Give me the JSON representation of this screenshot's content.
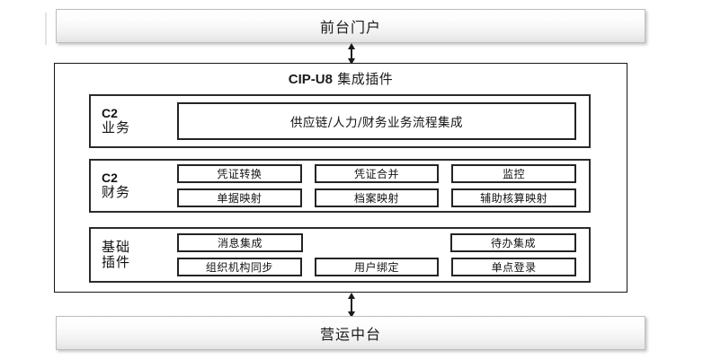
{
  "diagram": {
    "top_band": {
      "label": "前台门户"
    },
    "bottom_band": {
      "label": "营运中台"
    },
    "connectors": {
      "top": "double-headed-vertical-arrow",
      "bottom": "double-headed-vertical-arrow"
    },
    "panel": {
      "title_latin": "CIP-U8",
      "title_cjk": "集成插件",
      "sections": [
        {
          "key": "business",
          "label_latin": "C2",
          "label_cjk": "业务",
          "rows": [
            {
              "chips": [
                {
                  "label": "供应链/人力/财务业务流程集成",
                  "wide": true
                }
              ]
            }
          ]
        },
        {
          "key": "finance",
          "label_latin": "C2",
          "label_cjk": "财务",
          "rows": [
            {
              "chips": [
                {
                  "label": "凭证转换"
                },
                {
                  "label": "凭证合并"
                },
                {
                  "label": "监控"
                }
              ]
            },
            {
              "chips": [
                {
                  "label": "单据映射"
                },
                {
                  "label": "档案映射"
                },
                {
                  "label": "辅助核算映射"
                }
              ]
            }
          ]
        },
        {
          "key": "base",
          "label_latin": "基础",
          "label_cjk": "插件",
          "rows": [
            {
              "chips": [
                {
                  "label": "消息集成"
                },
                {
                  "label": "",
                  "empty": true
                },
                {
                  "label": "待办集成"
                }
              ]
            },
            {
              "chips": [
                {
                  "label": "组织机构同步"
                },
                {
                  "label": "用户绑定"
                },
                {
                  "label": "单点登录"
                }
              ]
            }
          ]
        }
      ]
    },
    "colors": {
      "band_border": "#bdbdbd",
      "band_gradient_top": "#ffffff",
      "band_gradient_bottom": "#e4e4e4",
      "panel_border": "#161616",
      "section_border": "#2b2b2b",
      "chip_border": "#242424",
      "text": "#131313",
      "arrow": "#1a1a1a",
      "background": "#ffffff"
    }
  }
}
